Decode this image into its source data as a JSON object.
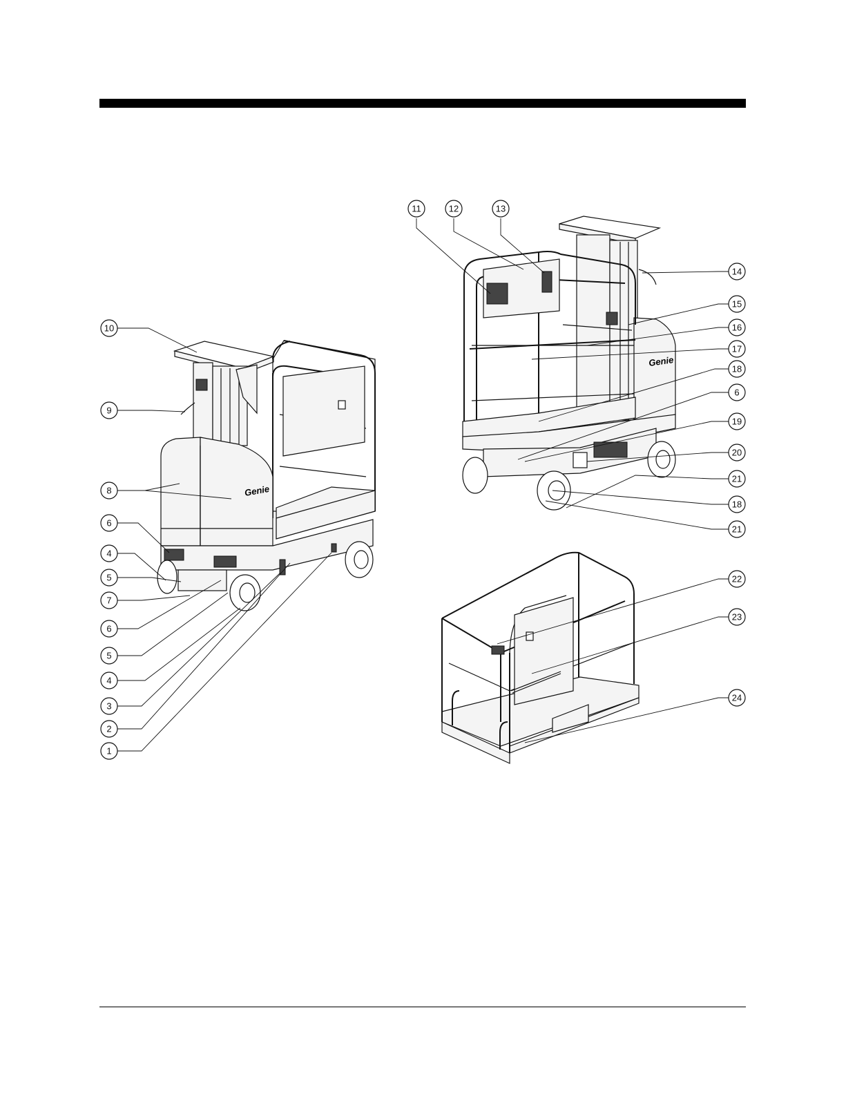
{
  "brand_label": "Genie",
  "callouts_left": [
    "10",
    "9",
    "8",
    "6",
    "4",
    "5",
    "7",
    "6",
    "5",
    "4",
    "3",
    "2",
    "1"
  ],
  "callouts_right_top": [
    "11",
    "12",
    "13",
    "14",
    "15",
    "16",
    "17",
    "18",
    "6",
    "19",
    "20",
    "21",
    "18",
    "21"
  ],
  "callouts_right_bottom": [
    "22",
    "23",
    "24"
  ],
  "colors": {
    "line": "#111111",
    "panel": "#f2f2f2",
    "dark": "#333333"
  }
}
